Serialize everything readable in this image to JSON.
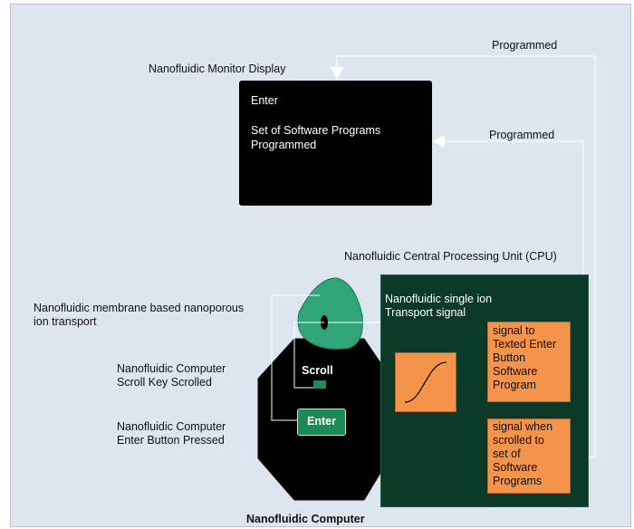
{
  "labels": {
    "programmed_top": "Programmed",
    "programmed_mid": "Programmed",
    "monitor_display": "Nanofluidic Monitor Display",
    "cpu": "Nanofluidic Central Processing Unit (CPU)",
    "membrane": "Nanofluidic membrane based nanoporous\nion transport",
    "scroll_key": "Nanofluidic Computer\nScroll Key Scrolled",
    "enter_button": "Nanofluidic Computer\nEnter Button Pressed",
    "computer": "Nanofluidic Computer"
  },
  "monitor": {
    "line1": "Enter",
    "line2": "Set of Software Programs",
    "line3": "Programmed"
  },
  "cpu_box": {
    "signal_label": "Nanofluidic single ion\nTransport signal",
    "box1": "signal to\nTexted Enter\nButton\nSoftware\nProgram",
    "box2": "signal when\nscrolled to\nset of\nSoftware\nPrograms"
  },
  "device": {
    "scroll_label": "Scroll",
    "enter_label": "Enter"
  },
  "colors": {
    "background": "#dde6ee",
    "cpu_panel": "#0b3b28",
    "orange_box": "#f4934a",
    "membrane_green": "#2fa578",
    "button_green": "#1a8a56"
  }
}
